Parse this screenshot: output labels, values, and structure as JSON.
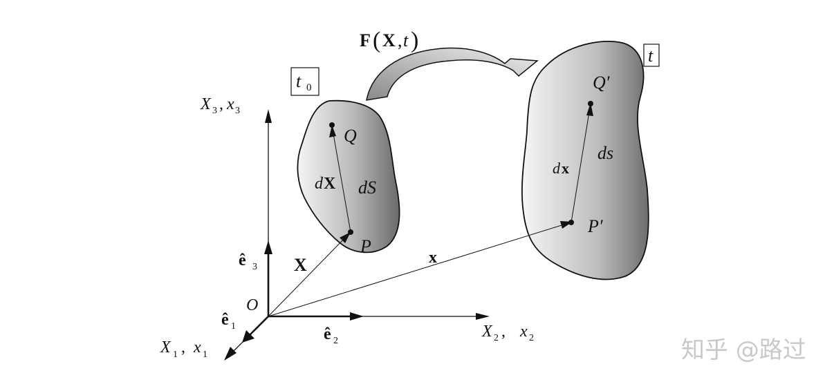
{
  "time_labels": {
    "reference": "t",
    "reference_sub": "0",
    "current": "t"
  },
  "mapping_label": {
    "F": "F",
    "lparen": "(",
    "X": "X",
    "comma": ",",
    "t": "t",
    "rparen": ")"
  },
  "axes": {
    "axis3_a": "X",
    "axis3_a_sub": "3",
    "axis3_sep": ",",
    "axis3_b": "x",
    "axis3_b_sub": "3",
    "axis2_a": "X",
    "axis2_a_sub": "2",
    "axis2_sep": ",",
    "axis2_b": "x",
    "axis2_b_sub": "2",
    "axis1_a": "X",
    "axis1_a_sub": "1",
    "axis1_sep": ",",
    "axis1_b": "x",
    "axis1_b_sub": "1",
    "origin": "O"
  },
  "basis": {
    "e3": "ê",
    "e3_sub": "3",
    "e2": "ê",
    "e2_sub": "2",
    "e1": "ê",
    "e1_sub": "1"
  },
  "reference_body": {
    "Q": "Q",
    "P": "P",
    "dX_d": "d",
    "dX_X": "X",
    "dS": "dS"
  },
  "current_body": {
    "Q": "Q′",
    "P": "P′",
    "dx_d": "d",
    "dx_x": "x",
    "ds": "ds"
  },
  "position_vectors": {
    "X": "X",
    "x": "x"
  },
  "watermark": "知乎 @路过"
}
